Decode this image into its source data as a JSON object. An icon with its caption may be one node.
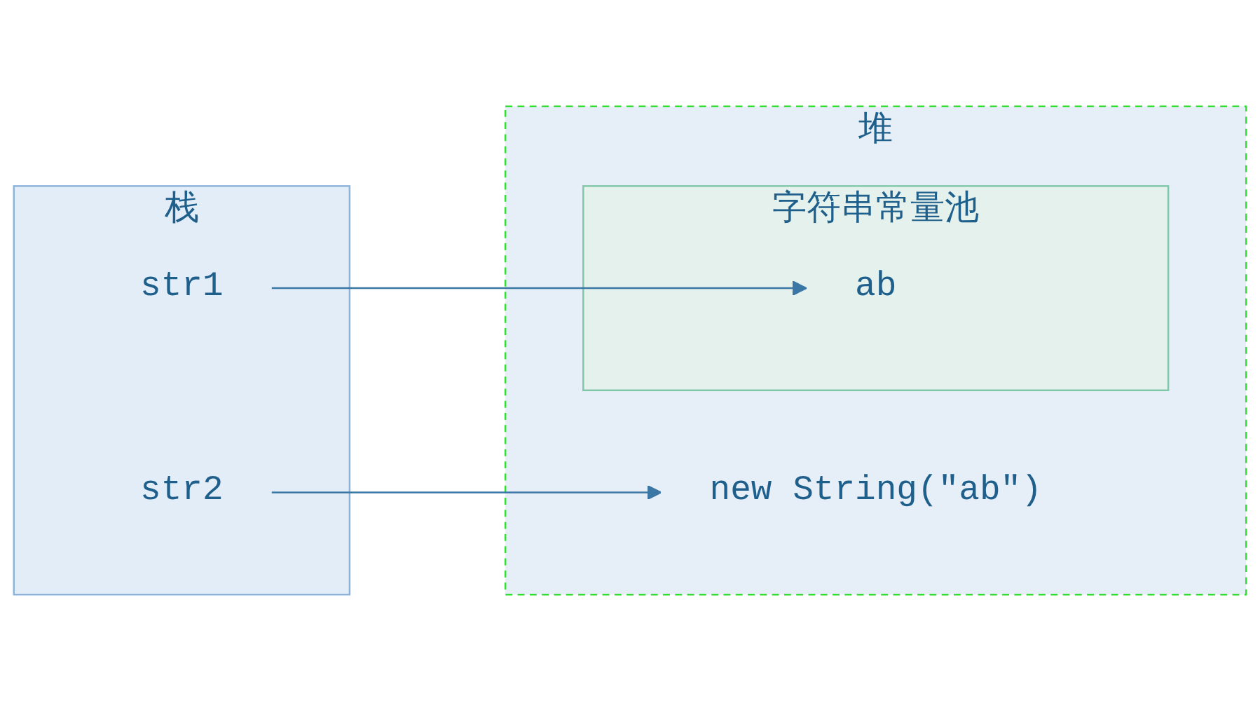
{
  "diagram": {
    "nodes": [
      {
        "text": [
          "栈"
        ]
      },
      {
        "text": [
          "str2"
        ],
        "in": 0
      },
      {
        "text": [
          "str1"
        ],
        "in": 0
      },
      {
        "text": [
          "堆"
        ]
      },
      {
        "text": [
          "new String(\"ab\")"
        ],
        "in": 3
      },
      {
        "text": [
          "字符串常量池"
        ],
        "in": 3
      },
      {
        "text": [
          "ab"
        ],
        "in": 5
      }
    ],
    "edges": [
      {
        "from": 1,
        "to": 4,
        "arrow": "to"
      },
      {
        "from": 2,
        "to": 6,
        "arrow": "to"
      }
    ]
  }
}
